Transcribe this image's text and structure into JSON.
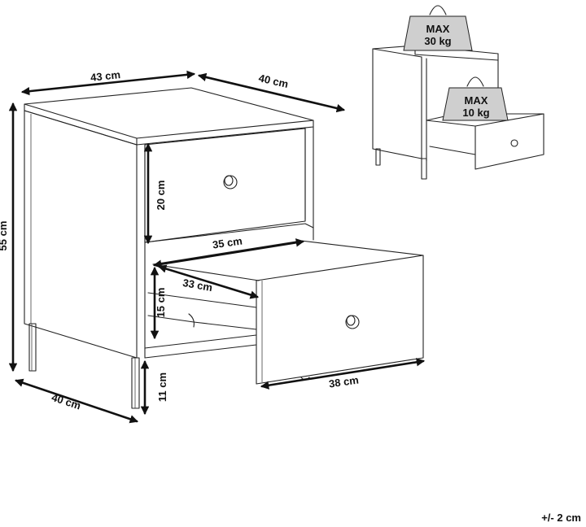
{
  "dimensions": {
    "top_width": "43 cm",
    "top_depth": "40 cm",
    "height": "55 cm",
    "base_depth": "40 cm",
    "upper_drawer_height": "20 cm",
    "drawer_inner_width": "35 cm",
    "drawer_inner_depth": "33 cm",
    "lower_drawer_height": "15 cm",
    "leg_height": "11 cm",
    "drawer_front_width": "38 cm"
  },
  "load_limits": {
    "top": {
      "label": "MAX",
      "value": "30 kg"
    },
    "drawer": {
      "label": "MAX",
      "value": "10 kg"
    }
  },
  "tolerance": "+/- 2 cm"
}
